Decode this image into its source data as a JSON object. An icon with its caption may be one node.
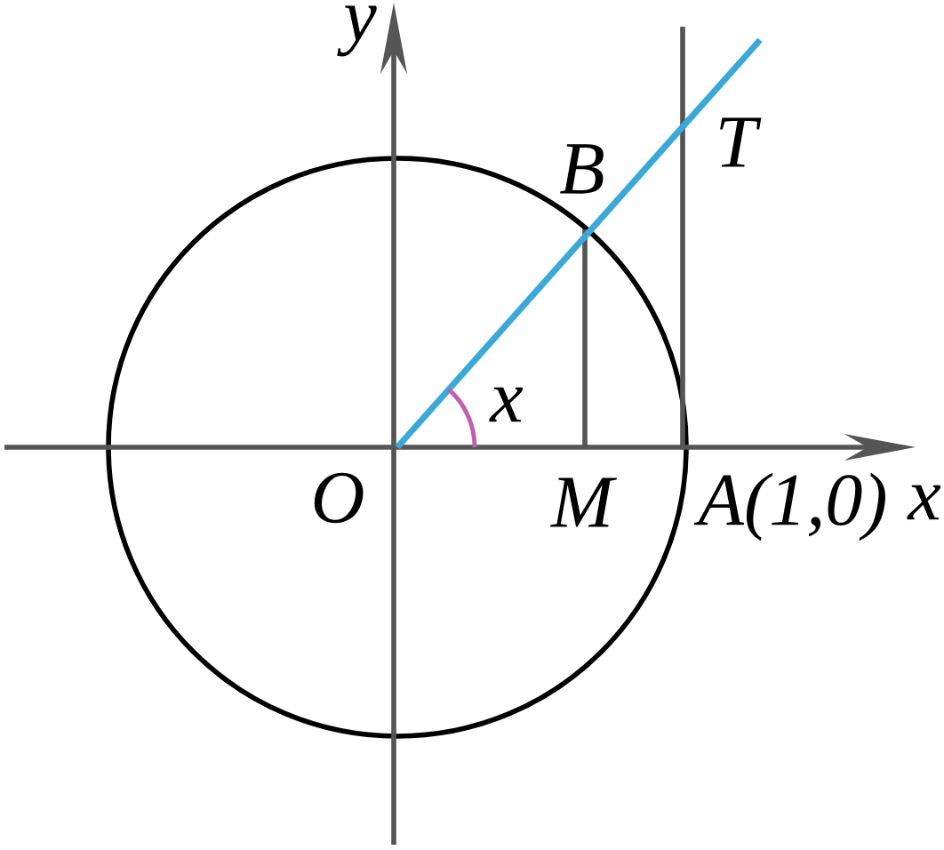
{
  "diagram": {
    "labels": [
      "y",
      "B",
      "T",
      "x",
      "O",
      "M",
      "A(1,0)",
      "x"
    ]
  }
}
